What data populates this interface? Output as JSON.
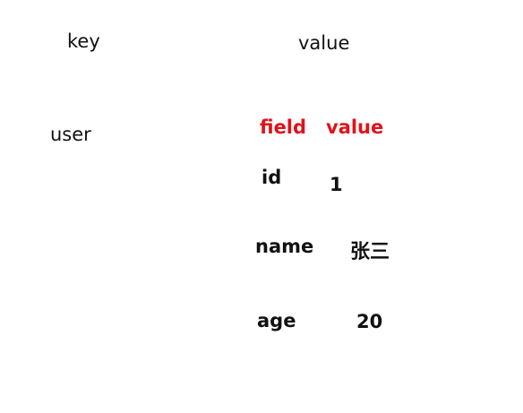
{
  "headers": {
    "key": "key",
    "value": "value"
  },
  "hash": {
    "key": "user",
    "columns": {
      "field": "field",
      "value": "value",
      "color": "#e0121a"
    },
    "rows": [
      {
        "field": "id",
        "value": "1"
      },
      {
        "field": "name",
        "value": "张三"
      },
      {
        "field": "age",
        "value": "20"
      }
    ]
  }
}
